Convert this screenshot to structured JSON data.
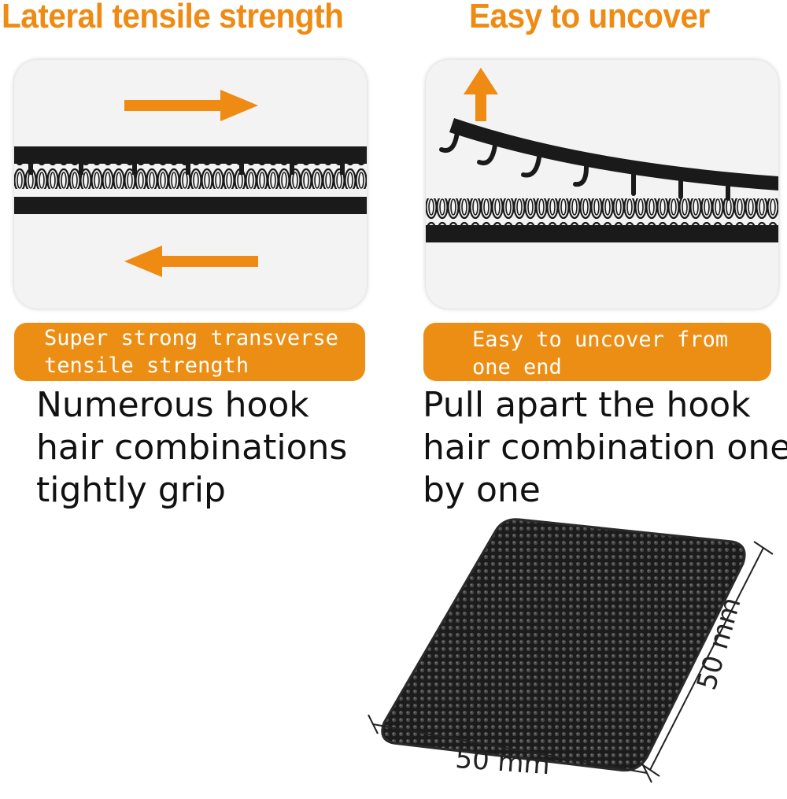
{
  "left": {
    "heading": "Lateral tensile strength",
    "pill_line1": "Super strong transverse",
    "pill_line2": "tensile strength",
    "desc_line1": "Numerous hook",
    "desc_line2": "hair combinations",
    "desc_line3": "tightly grip",
    "icons": [
      "arrow-right-icon",
      "arrow-left-icon",
      "hook-and-loop-strip-icon"
    ]
  },
  "right": {
    "heading": "Easy to uncover",
    "pill_line1": "Easy to uncover from",
    "pill_line2": "one end",
    "desc_line1": "Pull apart the hook",
    "desc_line2": "hair combination one",
    "desc_line3": "by one",
    "icons": [
      "arrow-up-icon",
      "peeling-hook-strip-icon"
    ]
  },
  "product": {
    "width_label": "50 mm",
    "height_label": "50 mm",
    "icon": "hook-pad-icon"
  },
  "colors": {
    "accent": "#ef8a12",
    "pill": "#ec8e14",
    "strip": "#1a1a1a",
    "panel": "#f3f3f3"
  }
}
